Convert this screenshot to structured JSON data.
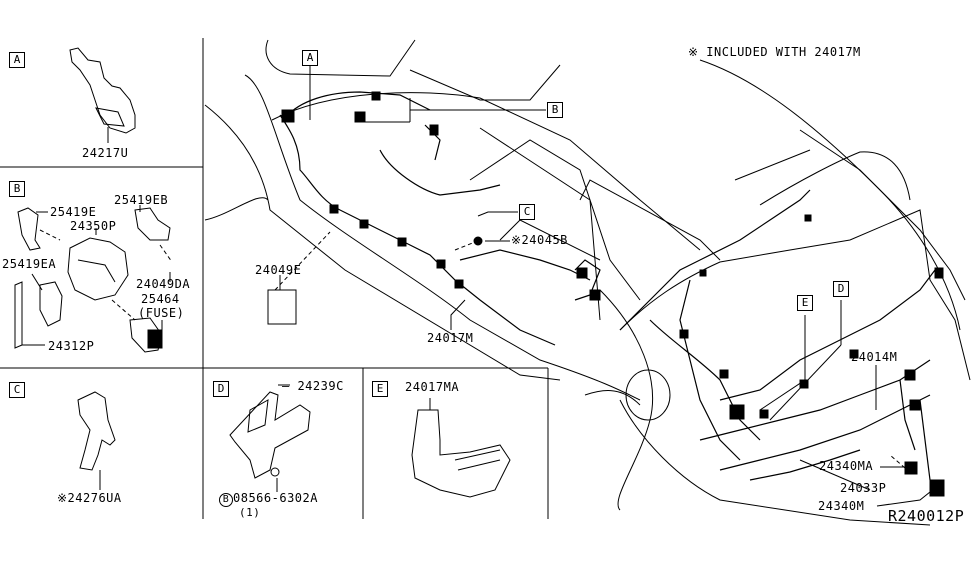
{
  "diagram": {
    "note": "※ INCLUDED WITH 24017M",
    "ref_code": "R240012P",
    "panels": {
      "A": {
        "tag": "A",
        "parts": [
          "24217U"
        ]
      },
      "B": {
        "tag": "B",
        "parts": [
          "25419E",
          "24350P",
          "25419EA",
          "25419EB",
          "24049DA",
          "25464",
          "(FUSE)",
          "24312P"
        ]
      },
      "C": {
        "tag": "C",
        "parts": [
          "※24276UA"
        ]
      },
      "D": {
        "tag": "D",
        "parts": [
          "24239C",
          "08566-6302A",
          "(1)"
        ],
        "bolt_symbol": "B"
      },
      "E": {
        "tag": "E",
        "parts": [
          "24017MA"
        ]
      }
    },
    "main": {
      "callouts": [
        "A",
        "B",
        "C",
        "D",
        "E"
      ],
      "parts": {
        "p24045B": "※24045B",
        "p24049E": "24049E",
        "p24017M": "24017M",
        "p24014M": "24014M",
        "p24340MA": "24340MA",
        "p24033P": "24033P",
        "p24340M": "24340M"
      }
    }
  }
}
